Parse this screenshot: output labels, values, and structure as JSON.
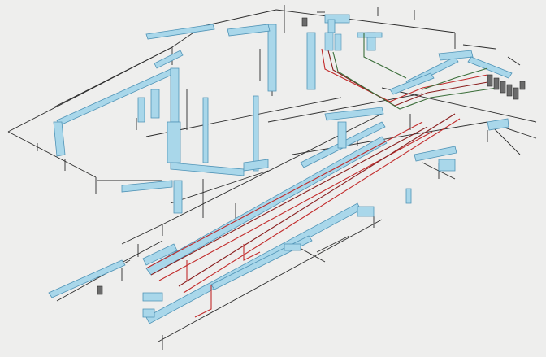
{
  "scene": {
    "kind": "isometric-mep-model",
    "view": "isometric",
    "annotations": []
  },
  "colors": {
    "background": "#eeeeed",
    "duct_fill": "#a9d7ea",
    "duct_edge": "#4f93b6",
    "outline": "#2b2b2b",
    "pipe_red": "#c22a2a",
    "pipe_dark_red": "#8a1f1f",
    "pipe_green": "#3b6e3a",
    "equipment": "#6b6b6b"
  },
  "layers": [
    {
      "id": "outline",
      "name": "building-outline-lines"
    },
    {
      "id": "ducts",
      "name": "hvac-ductwork"
    },
    {
      "id": "pipes",
      "name": "piping"
    },
    {
      "id": "equipment",
      "name": "plant-equipment"
    }
  ]
}
